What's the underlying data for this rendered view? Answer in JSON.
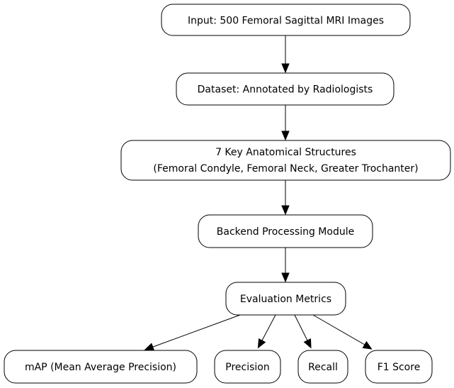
{
  "nodes": {
    "input": {
      "label": "Input: 500 Femoral Sagittal MRI Images"
    },
    "dataset": {
      "label": "Dataset: Annotated by Radiologists"
    },
    "structures": {
      "line1": "7 Key Anatomical Structures",
      "line2": "(Femoral Condyle, Femoral Neck, Greater Trochanter)"
    },
    "backend": {
      "label": "Backend Processing Module"
    },
    "evaluation": {
      "label": "Evaluation Metrics"
    },
    "map": {
      "label": "mAP (Mean Average Precision)"
    },
    "precision": {
      "label": "Precision"
    },
    "recall": {
      "label": "Recall"
    },
    "f1": {
      "label": "F1 Score"
    }
  },
  "colors": {
    "stroke": "#000000",
    "fill": "#ffffff",
    "background": "#ffffff"
  }
}
